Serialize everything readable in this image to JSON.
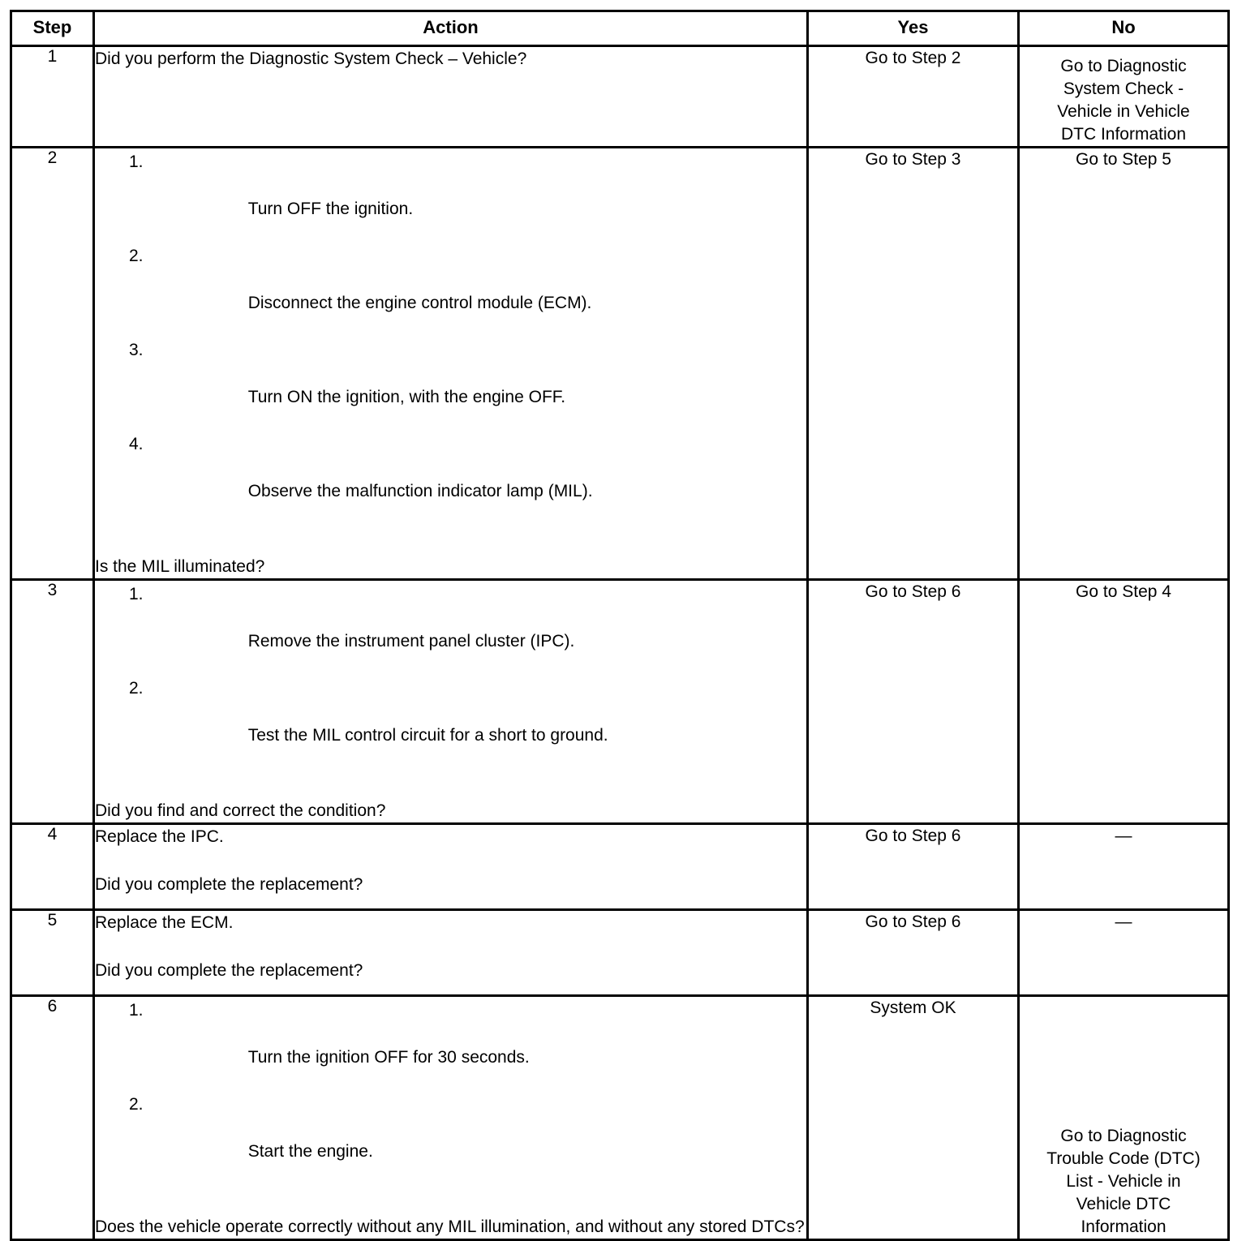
{
  "table": {
    "headers": {
      "step": "Step",
      "action": "Action",
      "yes": "Yes",
      "no": "No"
    },
    "rows": [
      {
        "step": "1",
        "intro": "Did you perform the Diagnostic System Check – Vehicle?",
        "list": [],
        "question": "",
        "yes": "Go to Step 2",
        "no": "Go to Diagnostic\nSystem Check -\nVehicle in Vehicle\nDTC Information"
      },
      {
        "step": "2",
        "intro": "",
        "list": [
          {
            "num": "1.",
            "text": "Turn OFF the ignition."
          },
          {
            "num": "2.",
            "text": "Disconnect the engine control module (ECM)."
          },
          {
            "num": "3.",
            "text": "Turn ON the ignition, with the engine OFF."
          },
          {
            "num": "4.",
            "text": "Observe the malfunction indicator lamp (MIL)."
          }
        ],
        "question": "Is the MIL illuminated?",
        "yes": "Go to Step 3",
        "no": "Go to Step 5"
      },
      {
        "step": "3",
        "intro": "",
        "list": [
          {
            "num": "1.",
            "text": "Remove the instrument panel cluster (IPC)."
          },
          {
            "num": "2.",
            "text": "Test the MIL control circuit for a short to ground."
          }
        ],
        "question": "Did you find and correct the condition?",
        "yes": "Go to Step 6",
        "no": "Go to Step 4"
      },
      {
        "step": "4",
        "intro": "Replace the IPC.",
        "list": [],
        "question": "Did you complete the replacement?",
        "yes": "Go to Step 6",
        "no": "—"
      },
      {
        "step": "5",
        "intro": "Replace the ECM.",
        "list": [],
        "question": "Did you complete the replacement?",
        "yes": "Go to Step 6",
        "no": "—"
      },
      {
        "step": "6",
        "intro": "",
        "list": [
          {
            "num": "1.",
            "text": "Turn the ignition OFF for 30 seconds."
          },
          {
            "num": "2.",
            "text": "Start the engine."
          }
        ],
        "question": "Does the vehicle operate correctly without any MIL illumination, and without any stored DTCs?",
        "yes": "System OK",
        "no": "Go to Diagnostic\nTrouble Code (DTC)\nList - Vehicle in\nVehicle DTC\nInformation"
      }
    ]
  }
}
